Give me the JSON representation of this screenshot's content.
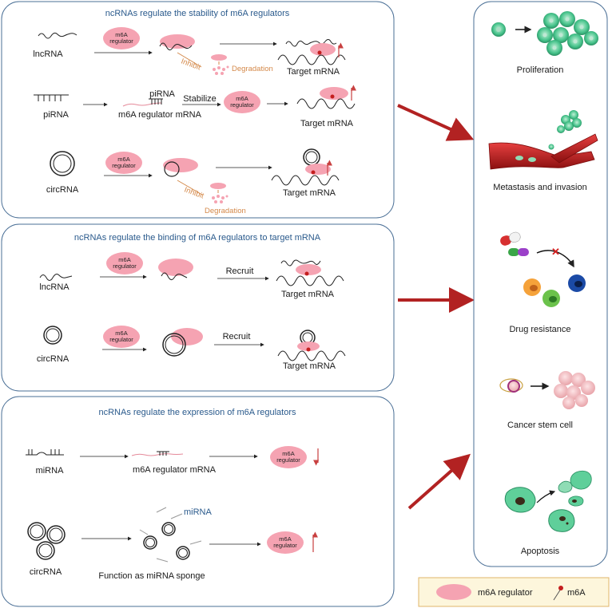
{
  "panels": {
    "stability": {
      "title": "ncRNAs regulate the stability of m6A regulators",
      "rows": [
        {
          "label": "lncRNA",
          "regulator": "m6A regulator",
          "inhibit": "Inhibit",
          "degradation": "Degradation",
          "target": "Target mRNA"
        },
        {
          "label": "piRNA",
          "pirna": "piRNA",
          "stabilize": "Stabilize",
          "mrna": "m6A regulator mRNA",
          "regulator": "m6A regulator",
          "target": "Target mRNA"
        },
        {
          "label": "circRNA",
          "regulator": "m6A regulator",
          "inhibit": "Inhibit",
          "degradation": "Degradation",
          "target": "Target mRNA"
        }
      ]
    },
    "binding": {
      "title": "ncRNAs regulate the binding of m6A regulators to target mRNA",
      "rows": [
        {
          "label": "lncRNA",
          "regulator": "m6A regulator",
          "recruit": "Recruit",
          "target": "Target mRNA"
        },
        {
          "label": "circRNA",
          "regulator": "m6A regulator",
          "recruit": "Recruit",
          "target": "Target mRNA"
        }
      ]
    },
    "expression": {
      "title": "ncRNAs regulate the expression of m6A regulators",
      "rows": [
        {
          "label": "miRNA",
          "mrna": "m6A regulator mRNA",
          "regulator": "m6A regulator"
        },
        {
          "label": "circRNA",
          "mirna": "miRNA",
          "sponge": "Function as miRNA sponge",
          "regulator": "m6A regulator"
        }
      ]
    }
  },
  "outcomes": [
    {
      "label": "Proliferation",
      "icon": "cell-proliferation-icon"
    },
    {
      "label": "Metastasis and invasion",
      "icon": "blood-vessel-icon"
    },
    {
      "label": "Drug resistance",
      "icon": "drug-capsule-icon"
    },
    {
      "label": "Cancer stem cell",
      "icon": "stem-cell-icon"
    },
    {
      "label": "Apoptosis",
      "icon": "apoptotic-cell-icon"
    }
  ],
  "legend": {
    "regulator_label": "m6A regulator",
    "m6a_label": "m6A"
  },
  "colors": {
    "panel_border": "#4a6f96",
    "title": "#2a5a8c",
    "regulator_pink": "#f5a3b2",
    "arrow_red": "#b22222",
    "inhibit_orange": "#d4894a",
    "legend_bg": "#fdf6dc",
    "legend_border": "#e0b56a"
  }
}
